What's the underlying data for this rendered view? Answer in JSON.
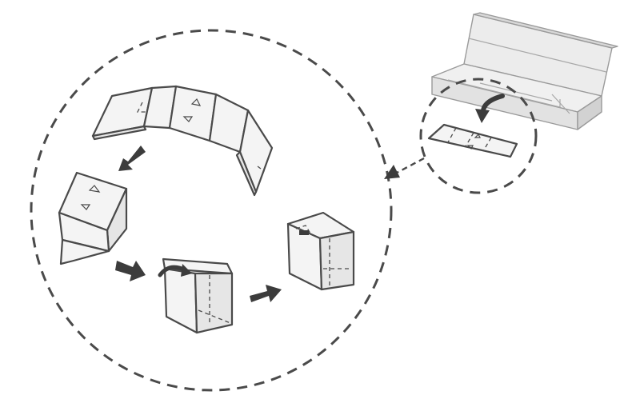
{
  "diagram": {
    "steps": [
      {
        "id": "remove-insert",
        "icon": "insert-card-icon"
      },
      {
        "id": "unfolded-strip",
        "icon": "folding-strip-icon"
      },
      {
        "id": "partially-folded",
        "icon": "half-folded-box-icon"
      },
      {
        "id": "tucking-flap",
        "icon": "tuck-flap-box-icon"
      },
      {
        "id": "finished-box",
        "icon": "assembled-box-icon"
      }
    ],
    "colors": {
      "stroke": "#4a4a4a",
      "arrow": "#3c3c3c",
      "panel_light": "#f4f4f4",
      "panel_mid": "#e6e6e6",
      "tray": "#e2e2e2"
    }
  }
}
